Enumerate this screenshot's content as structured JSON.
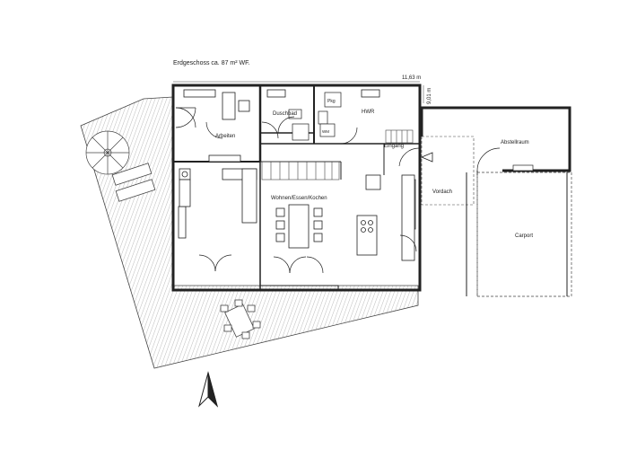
{
  "title": "Erdgeschoss ca. 87 m² WF.",
  "dimensions": {
    "width": "11,63 m",
    "depth": "9,01 m"
  },
  "rooms": {
    "arbeiten": "Arbeiten",
    "duschbad": "Duschbad",
    "hwr": "HWR",
    "eingang": "Eingang",
    "wohnen": "Wohnen/Essen/Kochen",
    "abstellraum": "Abstellraum",
    "vordach": "Vordach",
    "carport": "Carport"
  },
  "fixtures": {
    "pkg": "Pkg",
    "wm": "WM"
  },
  "colors": {
    "line": "#222222",
    "hatch": "#bbbbbb"
  }
}
